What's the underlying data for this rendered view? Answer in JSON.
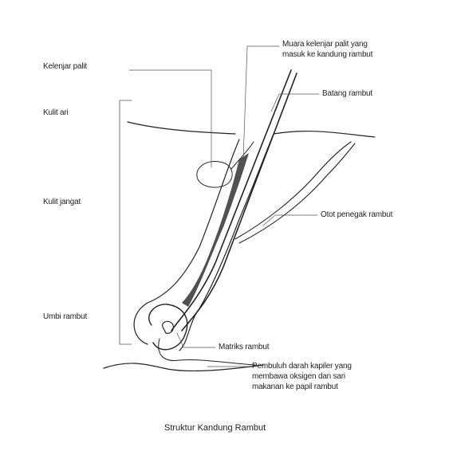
{
  "diagram": {
    "caption": "Struktur Kandung Rambut",
    "labels": {
      "kelenjar_palit": "Kelenjar palit",
      "kulit_ari": "Kulit ari",
      "kulit_jangat": "Kulit jangat",
      "umbi_rambut": "Umbi rambut",
      "muara_line1": "Muara kelenjar palit yang",
      "muara_line2": "masuk ke kandung rambut",
      "batang_rambut": "Batang rambut",
      "otot_penegak_rambut": "Otot penegak rambut",
      "matriks_rambut": "Matriks rambut",
      "pembuluh_line1": "Pembuluh darah kapiler yang",
      "pembuluh_line2": "membawa oksigen dan sari",
      "pembuluh_line3": "makanan ke papil rambut"
    }
  }
}
